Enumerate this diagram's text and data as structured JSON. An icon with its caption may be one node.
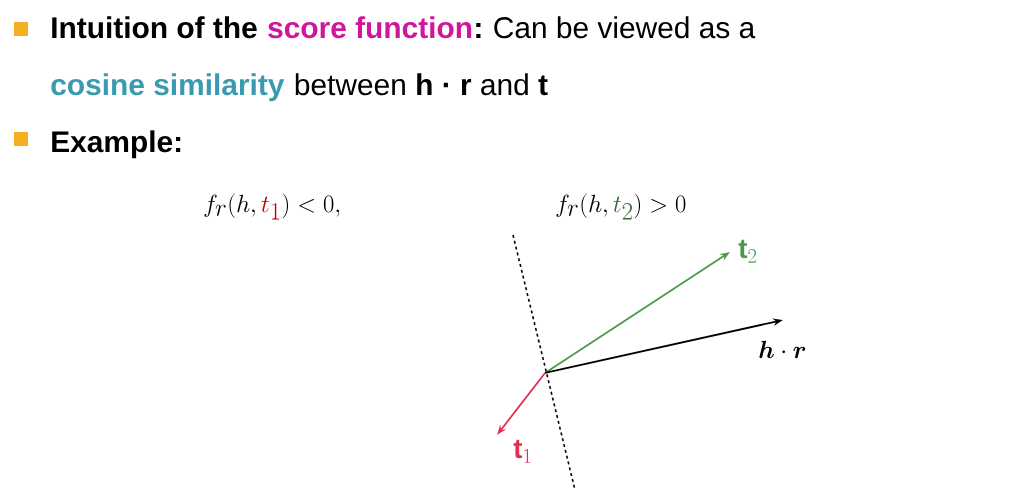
{
  "diagram": {
    "labels": [
      "Intuition of the",
      "score function",
      ":",
      "Can be viewed as a",
      "cosine similarity",
      "between **h · r** and **t**",
      "Example:",
      "f_r(h,{\\color[HTML]{C00000}t_1}) < 0,",
      "f_r(h,{\\color[HTML]{2E6B2E}t_2}) > 0",
      "\\mathbf{t}_2",
      "\\boldsymbol{h}\\cdot\\boldsymbol{r}",
      "\\mathbf{t}_1"
    ]
  }
}
